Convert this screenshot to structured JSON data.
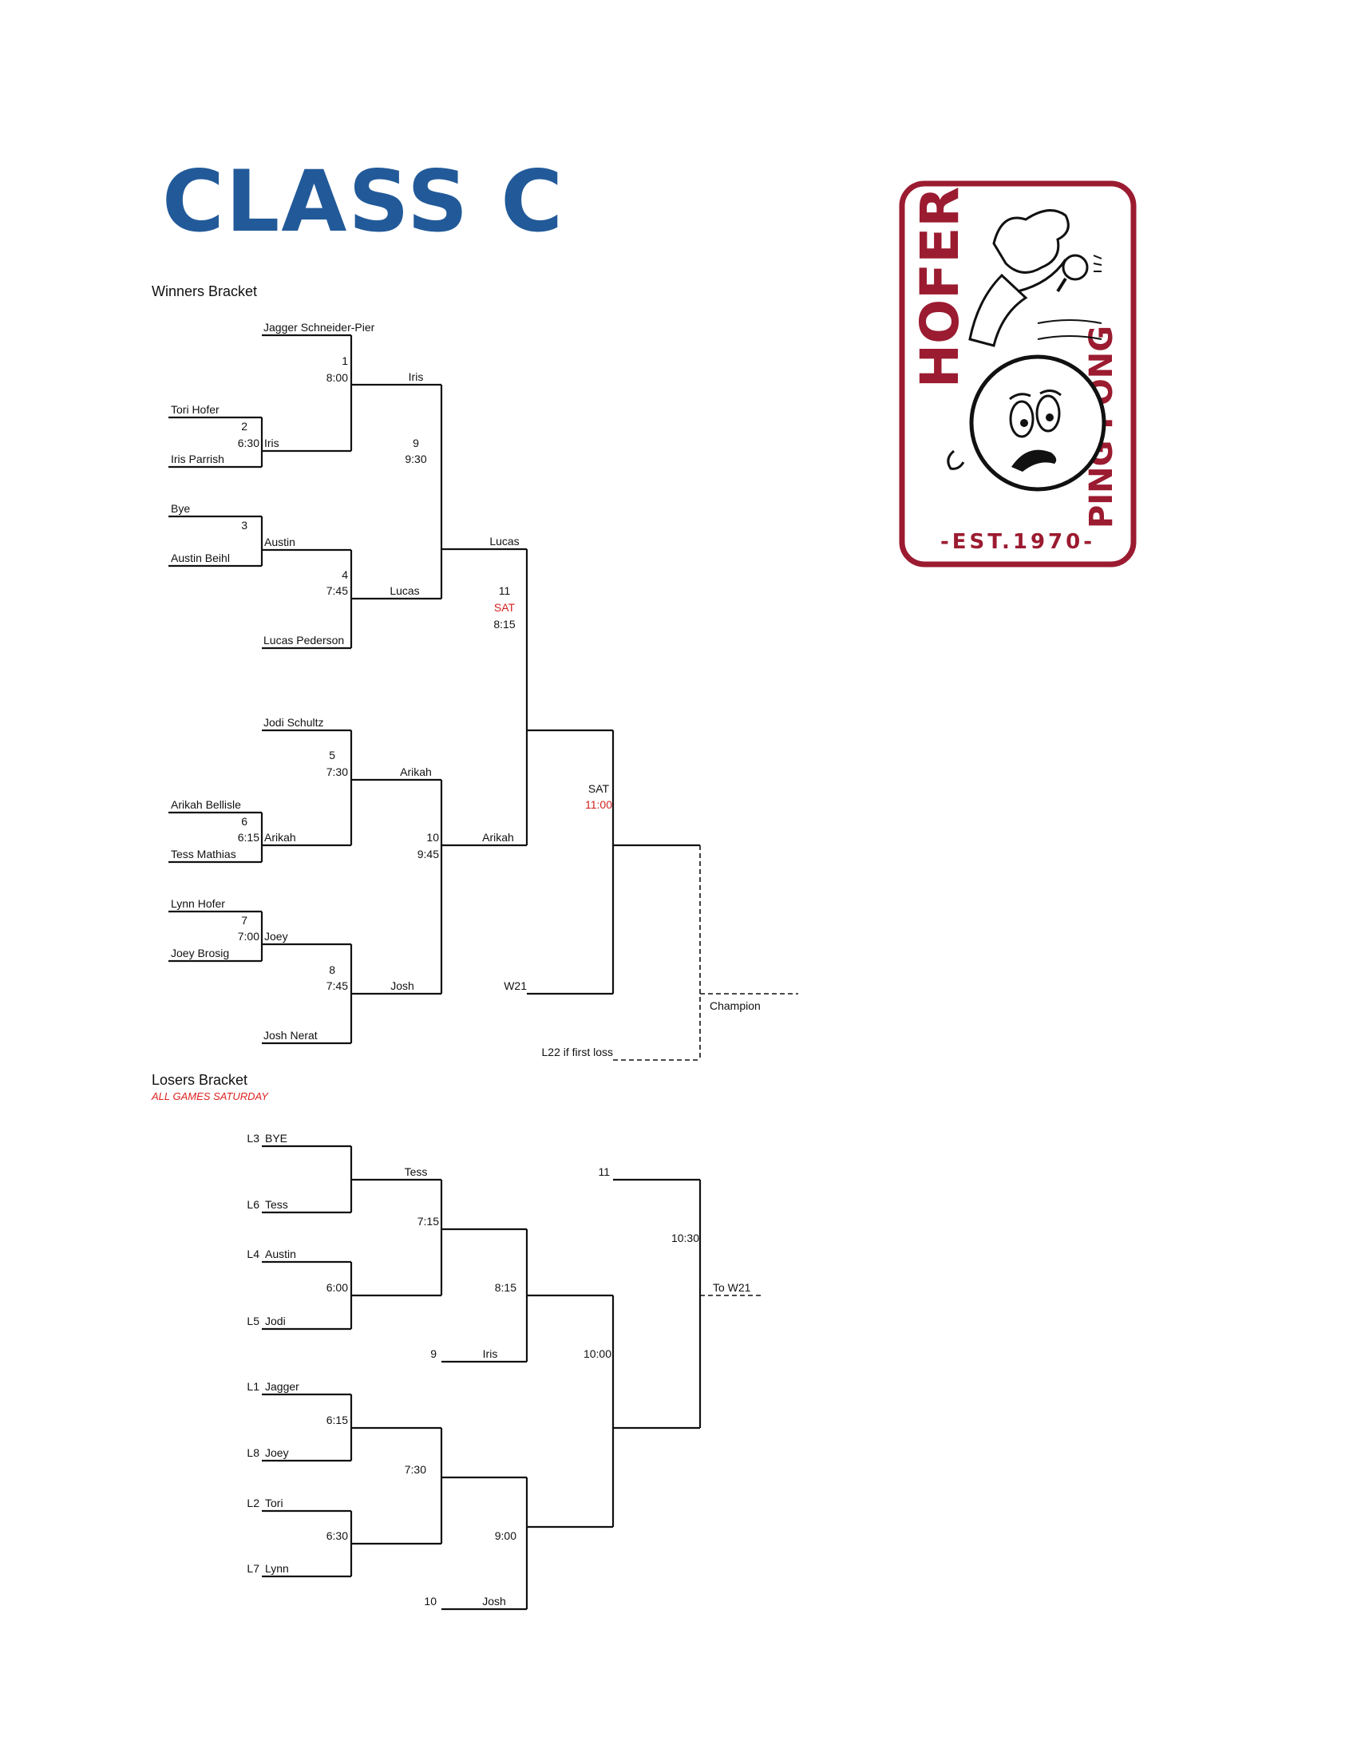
{
  "title": "CLASS C",
  "logo": {
    "name": "HOFER",
    "sport": "PING PONG",
    "est": "-EST.1970-",
    "color": "#9b1b30"
  },
  "colors": {
    "title": "#225a99",
    "highlight": "#d32121",
    "logo": "#9b1b30"
  },
  "winners": {
    "heading": "Winners Bracket",
    "players": {
      "jagger": "Jagger Schneider-Pier",
      "tori": "Tori Hofer",
      "iris_parrish": "Iris Parrish",
      "bye": "Bye",
      "austin_beihl": "Austin Beihl",
      "lucas_pederson": "Lucas Pederson",
      "jodi": "Jodi Schultz",
      "arikah_bellisle": "Arikah Bellisle",
      "tess": "Tess Mathias",
      "lynn": "Lynn Hofer",
      "joey": "Joey Brosig",
      "josh_nerat": "Josh Nerat"
    },
    "advancers": {
      "g1": "Iris",
      "g2": "Iris",
      "g3": "Austin",
      "g4": "Lucas",
      "g5": "Arikah",
      "g6": "Arikah",
      "g7": "Joey",
      "g8": "Josh",
      "g9": "Lucas",
      "g10": "Arikah",
      "g11_top": "Lucas"
    },
    "games": {
      "g1": {
        "num": "1",
        "time": "8:00"
      },
      "g2": {
        "num": "2",
        "time": "6:30"
      },
      "g3": {
        "num": "3"
      },
      "g4": {
        "num": "4",
        "time": "7:45"
      },
      "g5": {
        "num": "5",
        "time": "7:30"
      },
      "g6": {
        "num": "6",
        "time": "6:15"
      },
      "g7": {
        "num": "7",
        "time": "7:00"
      },
      "g8": {
        "num": "8",
        "time": "7:45"
      },
      "g9": {
        "num": "9",
        "time": "9:30"
      },
      "g10": {
        "num": "10",
        "time": "9:45"
      },
      "g11": {
        "num": "11",
        "day": "SAT",
        "time": "8:15"
      },
      "final": {
        "day": "SAT",
        "time": "11:00"
      }
    },
    "w21": "W21",
    "l22": "L22 if first loss",
    "champion": "Champion"
  },
  "losers": {
    "heading": "Losers Bracket",
    "note": "ALL GAMES SATURDAY",
    "seeds": [
      {
        "code": "L3",
        "name": "BYE"
      },
      {
        "code": "L6",
        "name": "Tess"
      },
      {
        "code": "L4",
        "name": "Austin"
      },
      {
        "code": "L5",
        "name": "Jodi"
      },
      {
        "code": "L1",
        "name": "Jagger"
      },
      {
        "code": "L8",
        "name": "Joey"
      },
      {
        "code": "L2",
        "name": "Tori"
      },
      {
        "code": "L7",
        "name": "Lynn"
      }
    ],
    "advancers": {
      "top": "Tess",
      "iris": "Iris",
      "josh": "Josh"
    },
    "times": {
      "a": "6:00",
      "b": "7:15",
      "c": "8:15",
      "d": "6:15",
      "e": "6:30",
      "f": "7:30",
      "g": "9:00",
      "h": "10:00",
      "i": "10:30"
    },
    "refs": {
      "nine": "9",
      "ten": "10",
      "eleven": "11"
    },
    "to_w21": "To W21"
  }
}
